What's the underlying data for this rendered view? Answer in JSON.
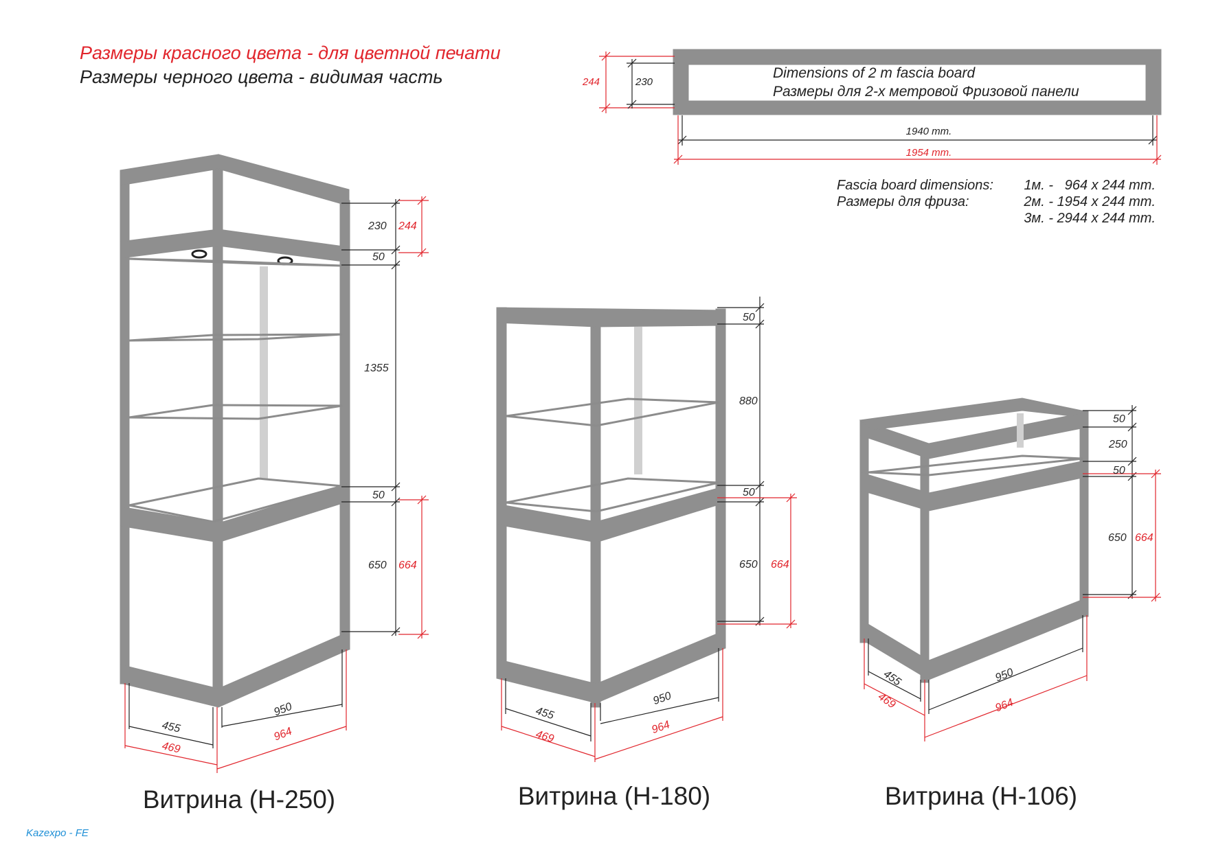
{
  "legend": {
    "red_line": "Размеры красного цвета - для цветной печати",
    "black_line": "Размеры черного цвета - видимая часть"
  },
  "fascia": {
    "title_en": "Dimensions of 2 m fascia board",
    "title_ru": "Размеры для 2-х метровой Фризовой панели",
    "height_red": "244",
    "height_black": "230",
    "width_black": "1940 mm.",
    "width_red": "1954 mm."
  },
  "fascia_specs": {
    "label_en": "Fascia board dimensions:",
    "label_ru": "Размеры для фриза:",
    "rows": [
      "1м. -   964 x 244 mm.",
      "2м. - 1954 x 244 mm.",
      "3м. - 2944 x 244 mm."
    ]
  },
  "showcases": [
    {
      "caption": "Витрина (Н-250)",
      "dims": {
        "fascia_black": "230",
        "fascia_red": "244",
        "top_rail": "50",
        "glass_height": "1355",
        "mid_rail": "50",
        "base_black": "650",
        "base_red": "664",
        "depth_black": "455",
        "depth_red": "469",
        "width_black": "950",
        "width_red": "964"
      }
    },
    {
      "caption": "Витрина (Н-180)",
      "dims": {
        "top_rail": "50",
        "glass_height": "880",
        "mid_rail": "50",
        "base_black": "650",
        "base_red": "664",
        "depth_black": "455",
        "depth_red": "469",
        "width_black": "950",
        "width_red": "964"
      }
    },
    {
      "caption": "Витрина (Н-106)",
      "dims": {
        "top_rail": "50",
        "glass_height": "250",
        "mid_rail": "50",
        "base_black": "650",
        "base_red": "664",
        "depth_black": "455",
        "depth_red": "469",
        "width_black": "950",
        "width_red": "964"
      }
    }
  ],
  "brand": "Kazexpo - FE",
  "colors": {
    "frame": "#8f8f8f",
    "red_dimension": "#e1252c",
    "brand": "#1e8fd6"
  }
}
